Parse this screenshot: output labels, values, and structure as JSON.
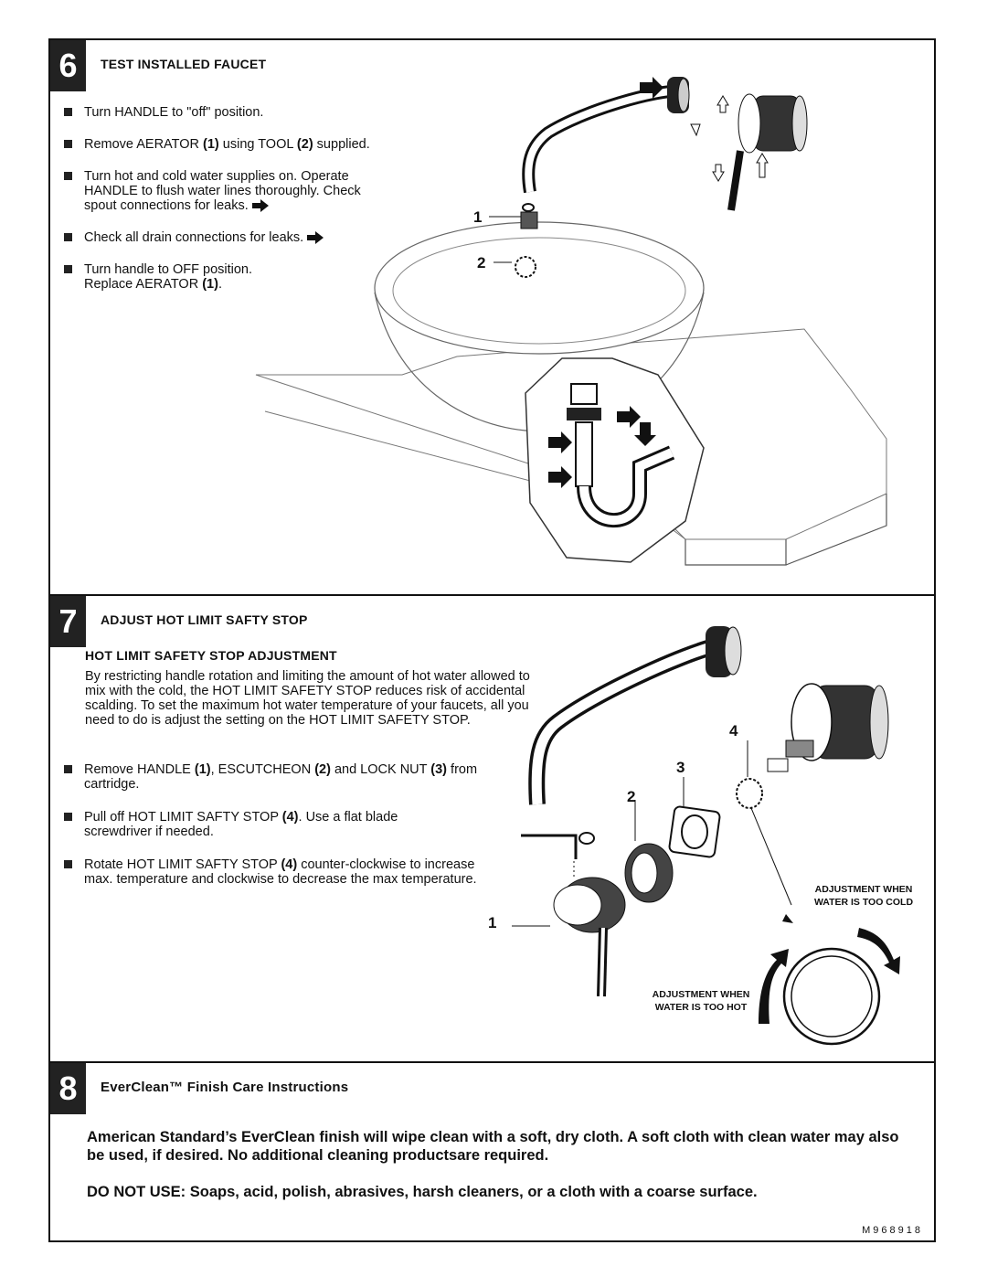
{
  "step6": {
    "number": "6",
    "heading": "TEST INSTALLED FAUCET",
    "bullets": [
      "Turn HANDLE  to \"off\" position.",
      "Remove AERATOR (1) using TOOL (2) supplied.",
      "Turn hot and cold water supplies on. Operate HANDLE to flush water lines thoroughly. Check spout connections for leaks.",
      "Check all drain connections for leaks.",
      "Turn handle to OFF position. Replace AERATOR (1)."
    ],
    "callouts": [
      "1",
      "2"
    ]
  },
  "step7": {
    "number": "7",
    "heading": "ADJUST HOT LIMIT SAFTY STOP",
    "subheading": "HOT LIMIT SAFETY STOP ADJUSTMENT",
    "intro": "By restricting handle rotation and limiting the amount of hot water allowed to mix with the cold, the HOT LIMIT SAFETY STOP reduces risk of accidental scalding. To set the maximum hot water temperature of your faucets, all you need to do is adjust the setting on the HOT LIMIT SAFETY STOP.",
    "bullets": [
      "Remove HANDLE (1), ESCUTCHEON (2) and LOCK NUT (3) from cartridge.",
      "Pull off HOT LIMIT SAFTY STOP (4). Use a flat blade screwdriver if needed.",
      "Rotate HOT LIMIT SAFTY STOP (4) counter-clockwise to increase max. temperature and clockwise to decrease the max temperature."
    ],
    "callouts": [
      "1",
      "2",
      "3",
      "4"
    ],
    "label_cold": "ADJUSTMENT WHEN WATER IS TOO COLD",
    "label_hot": "ADJUSTMENT WHEN WATER IS TOO HOT"
  },
  "step8": {
    "number": "8",
    "heading": "EverClean™ Finish Care Instructions",
    "paragraph1": "American Standard’s EverClean finish will wipe clean with a soft, dry cloth. A soft cloth with clean water may also be used, if desired. No additional cleaning productsare required.",
    "paragraph2": "DO NOT USE: Soaps, acid, polish, abrasives, harsh cleaners, or a cloth with a coarse surface."
  },
  "doc_number": "M968918"
}
